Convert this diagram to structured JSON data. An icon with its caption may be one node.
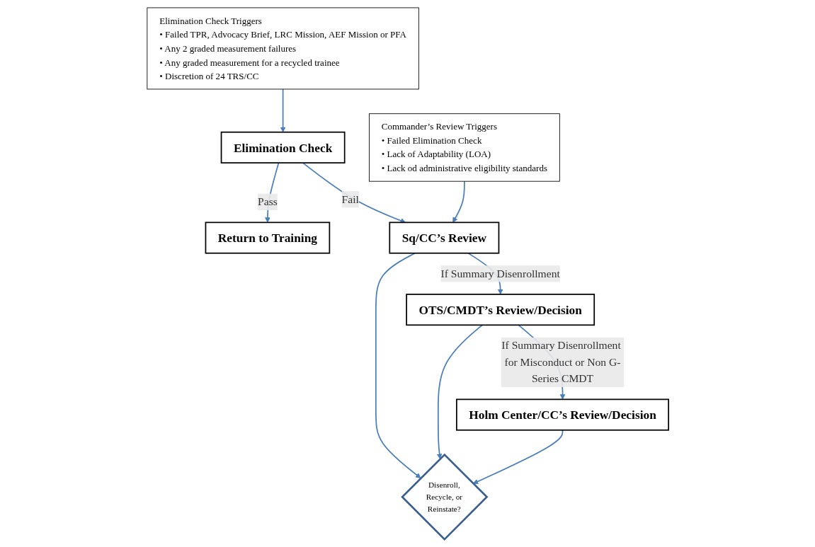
{
  "diagram": {
    "nodes": [
      {
        "text": [
          "Elimination Check Triggers",
          "• Failed TPR, Advocacy Brief, LRC Mission, AEF Mission or PFA",
          "• Any 2 graded measurement failures",
          "• Any graded measurement for a recycled trainee",
          "• Discretion of 24 TRS/CC"
        ]
      },
      {
        "text": [
          "Commander’s Review Triggers",
          "• Failed Elimination Check",
          "• Lack of Adaptability (LOA)",
          "• Lack od administrative eligibility standards"
        ]
      },
      {
        "text": [
          "Elimination Check"
        ]
      },
      {
        "text": [
          "Return to Training"
        ]
      },
      {
        "text": [
          "Sq/CC’s Review"
        ]
      },
      {
        "text": [
          "OTS/CMDT’s Review/Decision"
        ]
      },
      {
        "text": [
          "Holm Center/CC’s Review/Decision"
        ]
      },
      {
        "text": [
          "Disenroll, Recycle, or Reinstate?"
        ]
      }
    ],
    "edges": [
      {
        "from": 0,
        "to": 2,
        "arrow": "to"
      },
      {
        "from": 2,
        "to": 3,
        "arrow": "to",
        "label": "Pass"
      },
      {
        "from": 2,
        "to": 4,
        "arrow": "to",
        "label": "Fail"
      },
      {
        "from": 1,
        "to": 4,
        "arrow": "to"
      },
      {
        "from": 4,
        "to": 7,
        "arrow": "to"
      },
      {
        "from": 4,
        "to": 5,
        "arrow": "to",
        "label": "If Summary Disenrollment"
      },
      {
        "from": 5,
        "to": 7,
        "arrow": "to"
      },
      {
        "from": 5,
        "to": 6,
        "arrow": "to",
        "label": "If Summary Disenrollment for Misconduct or Non G-Series CMDT"
      },
      {
        "from": 6,
        "to": 7,
        "arrow": "to"
      }
    ]
  }
}
